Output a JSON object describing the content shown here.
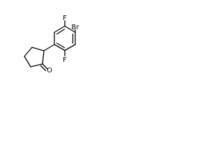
{
  "molecule": {
    "atoms": {
      "bromine": "Br",
      "fluorine_top": "F",
      "fluorine_bottom": "F",
      "oxygen": "O"
    },
    "colors": {
      "bond": "#000000",
      "label": "#000000",
      "background": "#ffffff"
    }
  }
}
